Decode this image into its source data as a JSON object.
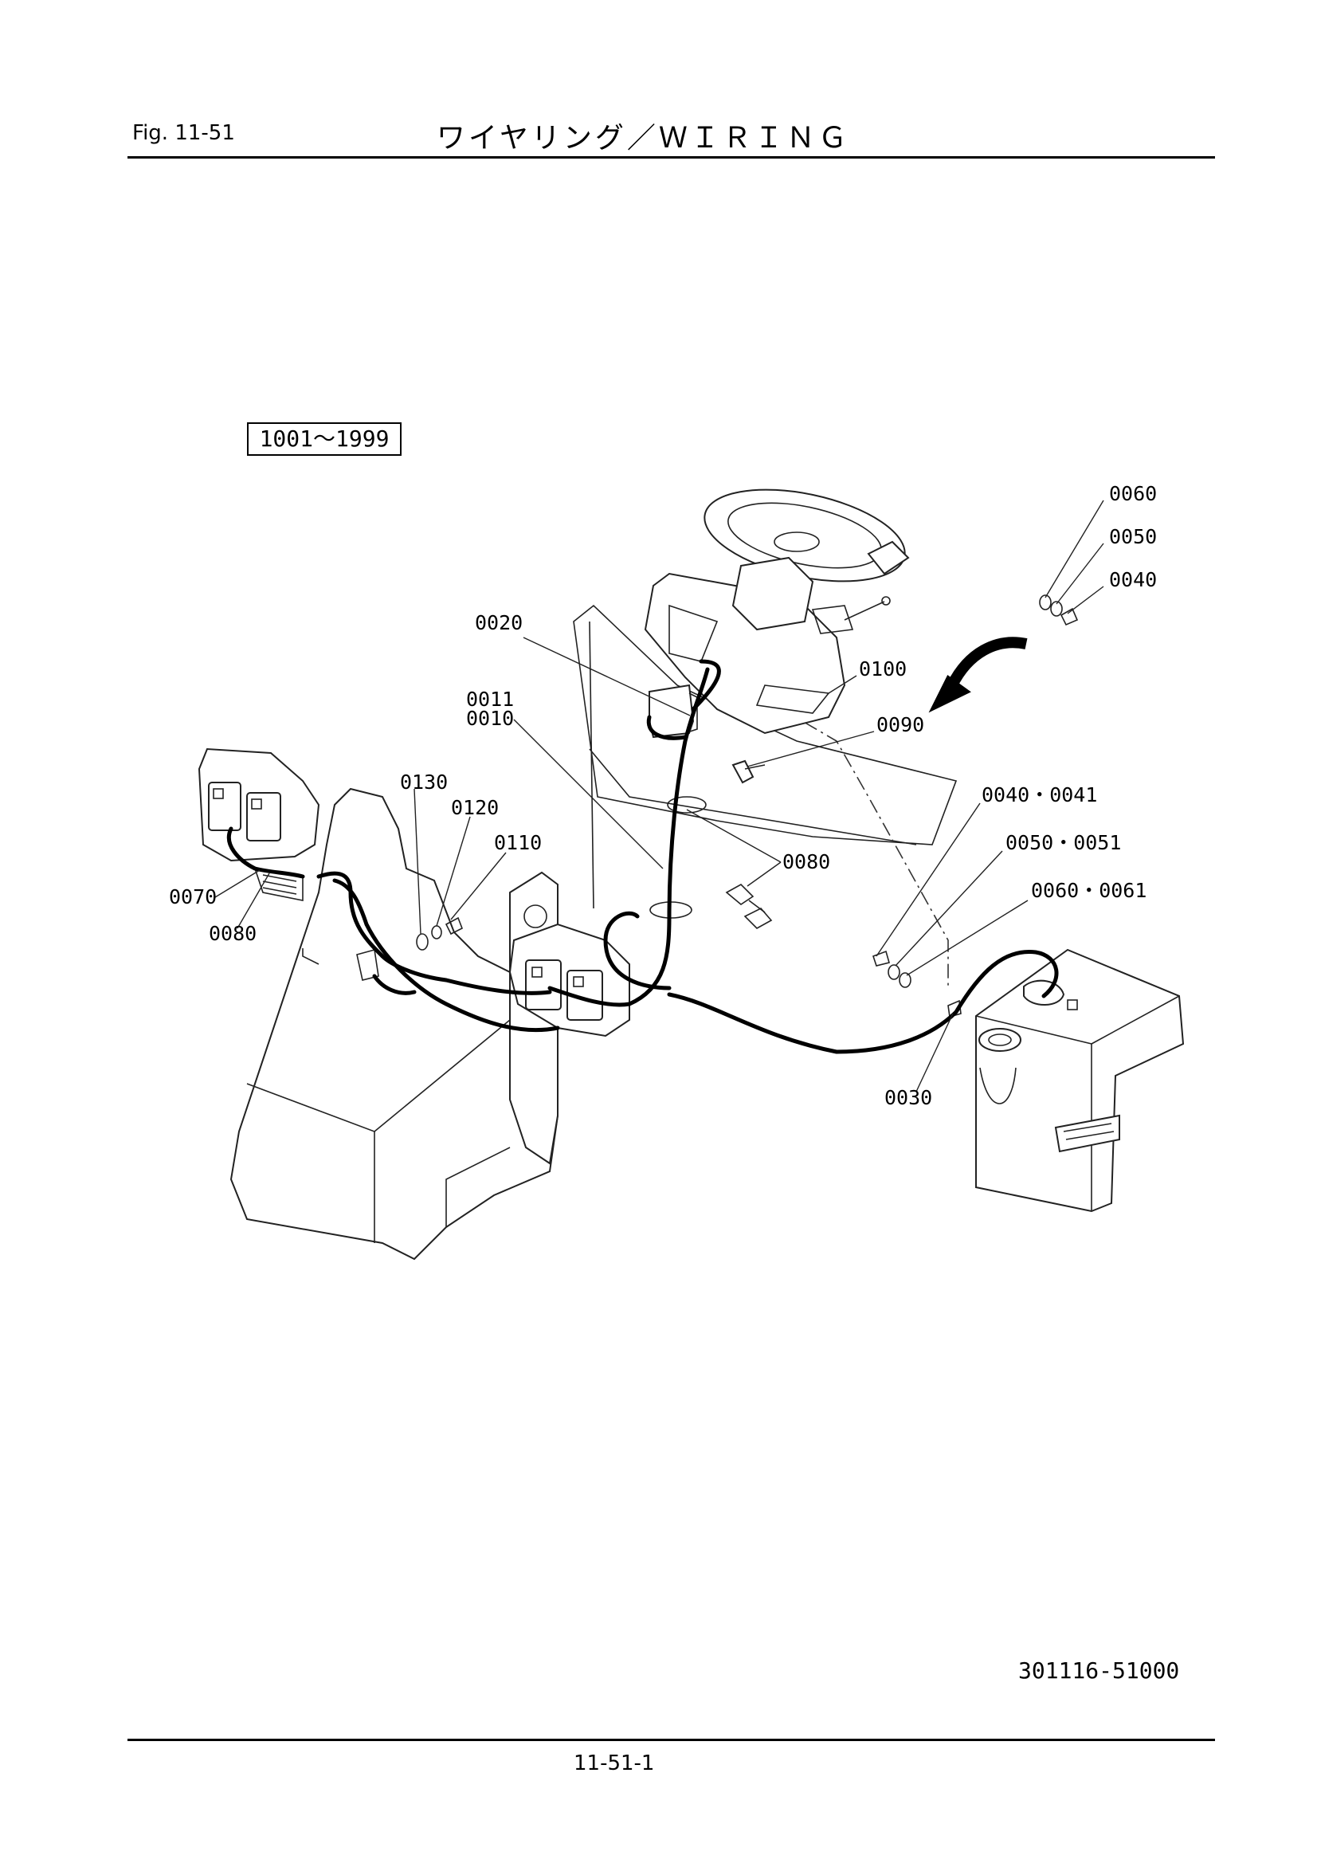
{
  "header": {
    "fig_label": "Fig.  11-51",
    "title": "ワイヤリング／ＷＩＲＩＮＧ"
  },
  "serial_range": "1001～1999",
  "callouts": [
    {
      "id": "c0060a",
      "text": "0060"
    },
    {
      "id": "c0050a",
      "text": "0050"
    },
    {
      "id": "c0040a",
      "text": "0040"
    },
    {
      "id": "c0020",
      "text": "0020"
    },
    {
      "id": "c0100",
      "text": "0100"
    },
    {
      "id": "c0011",
      "text": "0011"
    },
    {
      "id": "c0010",
      "text": "0010"
    },
    {
      "id": "c0090",
      "text": "0090"
    },
    {
      "id": "c0130",
      "text": "0130"
    },
    {
      "id": "c0120",
      "text": "0120"
    },
    {
      "id": "c0110",
      "text": "0110"
    },
    {
      "id": "c0040b",
      "text": "0040・0041"
    },
    {
      "id": "c0050b",
      "text": "0050・0051"
    },
    {
      "id": "c0060b",
      "text": "0060・0061"
    },
    {
      "id": "c0080a",
      "text": "0080"
    },
    {
      "id": "c0070",
      "text": "0070"
    },
    {
      "id": "c0080b",
      "text": "0080"
    },
    {
      "id": "c0030",
      "text": "0030"
    }
  ],
  "drawing_number": "301116-51000",
  "page_number": "11-51-1"
}
